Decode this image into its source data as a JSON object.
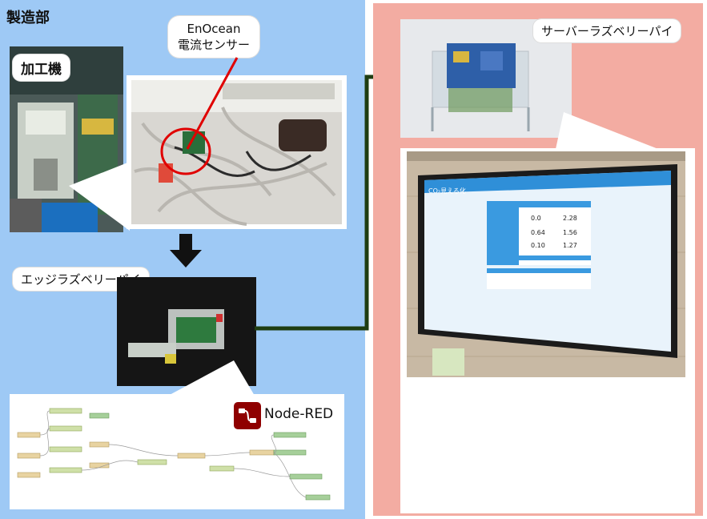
{
  "manufacturing_dept": "製造部",
  "machine_label": "加工機",
  "sensor_label_line1": "EnOcean",
  "sensor_label_line2": "電流センサー",
  "edge_pi_label": "エッジラズベリーパイ",
  "node_red_label": "Node-RED",
  "server_pi_label": "サーバーラズベリーパイ",
  "dashboard": {
    "header": "CO₂見える化",
    "values": [
      [
        "0.0",
        "2.28"
      ],
      [
        "0.64",
        "1.56"
      ],
      [
        "0.10",
        "1.27"
      ]
    ]
  },
  "colors": {
    "left_panel": "#9ec9f5",
    "right_panel": "#f3aca2",
    "arrow": "#1f3d12",
    "node_red_logo": "#8f0000"
  }
}
